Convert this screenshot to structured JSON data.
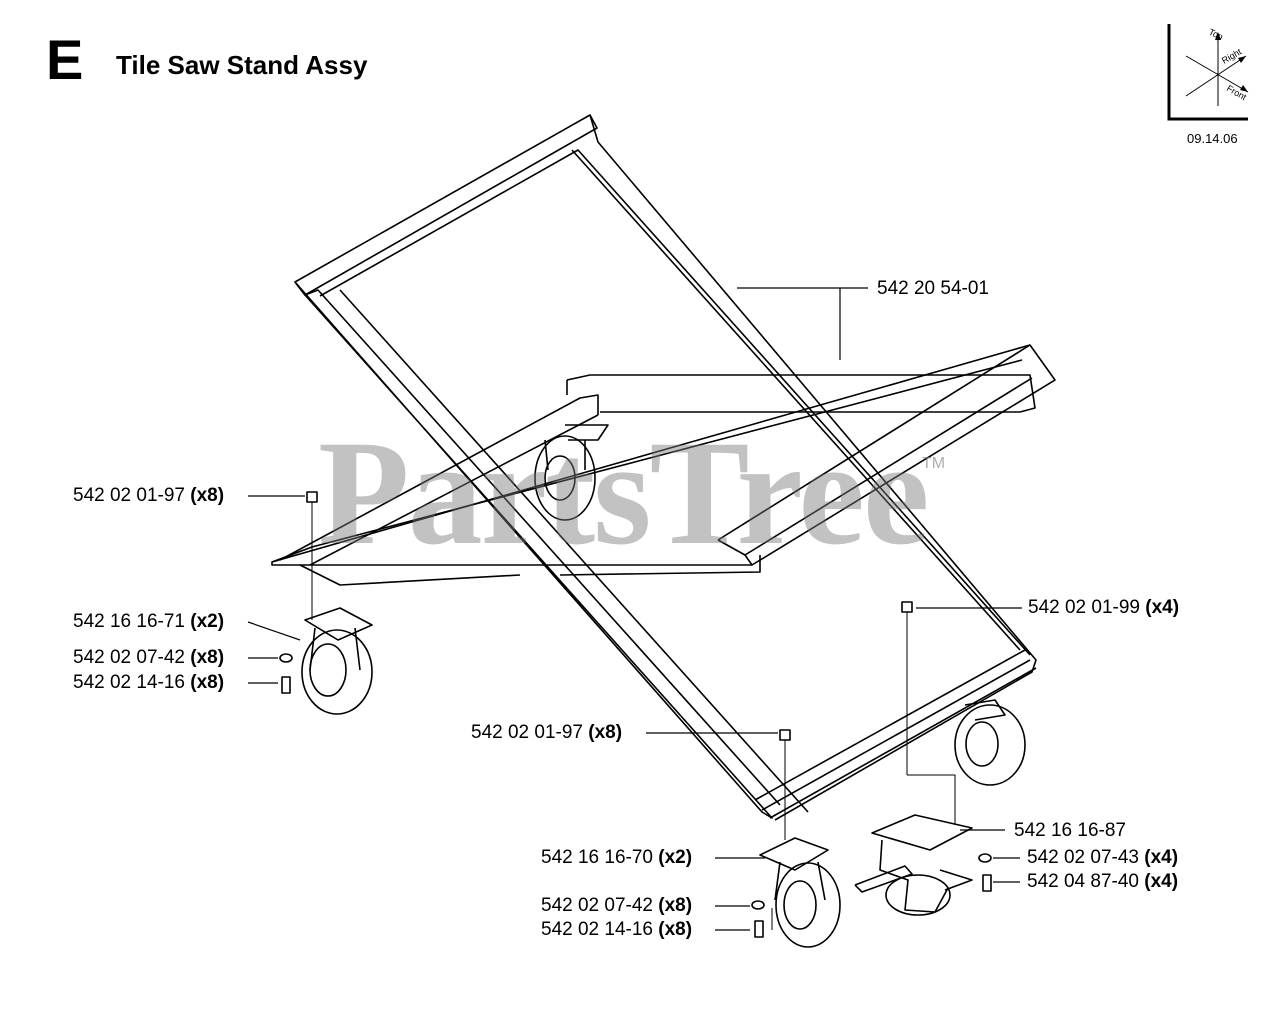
{
  "header": {
    "section_letter": "E",
    "title": "Tile Saw Stand Assy",
    "date": "09.14.06"
  },
  "orientation": {
    "top": "Top",
    "right": "Right",
    "front": "Front"
  },
  "watermark": {
    "text": "PartsTree",
    "tm": "TM"
  },
  "callouts": [
    {
      "part": "542 20 54-01",
      "qty": ""
    },
    {
      "part": "542 02 01-97",
      "qty": "(x8)"
    },
    {
      "part": "542 16 16-71",
      "qty": "(x2)"
    },
    {
      "part": "542 02 07-42",
      "qty": "(x8)"
    },
    {
      "part": "542 02 14-16",
      "qty": "(x8)"
    },
    {
      "part": "542 02 01-99",
      "qty": "(x4)"
    },
    {
      "part": "542 02 01-97",
      "qty": "(x8)"
    },
    {
      "part": "542 16 16-87",
      "qty": ""
    },
    {
      "part": "542 16 16-70",
      "qty": "(x2)"
    },
    {
      "part": "542 02 07-43",
      "qty": "(x4)"
    },
    {
      "part": "542 04 87-40",
      "qty": "(x4)"
    },
    {
      "part": "542 02 07-42",
      "qty": "(x8)"
    },
    {
      "part": "542 02 14-16",
      "qty": "(x8)"
    }
  ]
}
